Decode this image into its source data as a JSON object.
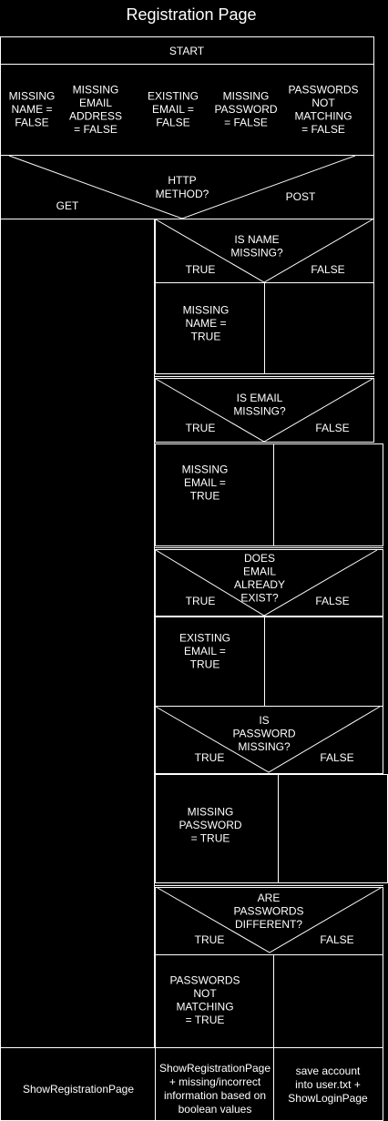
{
  "title": "Registration Page",
  "start": "START",
  "init_vars": [
    [
      "MISSING",
      "NAME =",
      "FALSE"
    ],
    [
      "MISSING",
      "EMAIL",
      "ADDRESS",
      "= FALSE"
    ],
    [
      "EXISTING",
      "EMAIL =",
      "FALSE"
    ],
    [
      "MISSING",
      "PASSWORD",
      "= FALSE"
    ],
    [
      "PASSWORDS",
      "NOT",
      "MATCHING",
      "= FALSE"
    ]
  ],
  "http_method": {
    "question": [
      "HTTP",
      "METHOD?"
    ],
    "left": "GET",
    "right": "POST"
  },
  "checks": [
    {
      "question": [
        "IS NAME",
        "MISSING?"
      ],
      "true": "TRUE",
      "false": "FALSE",
      "action": [
        "MISSING",
        "NAME =",
        "TRUE"
      ]
    },
    {
      "question": [
        "IS EMAIL",
        "MISSING?"
      ],
      "true": "TRUE",
      "false": "FALSE",
      "action": [
        "MISSING",
        "EMAIL =",
        "TRUE"
      ]
    },
    {
      "question": [
        "DOES",
        "EMAIL",
        "ALREADY",
        "EXIST?"
      ],
      "true": "TRUE",
      "false": "FALSE",
      "action": [
        "EXISTING",
        "EMAIL =",
        "TRUE"
      ]
    },
    {
      "question": [
        "IS",
        "PASSWORD",
        "MISSING?"
      ],
      "true": "TRUE",
      "false": "FALSE",
      "action": [
        "MISSING",
        "PASSWORD",
        "= TRUE"
      ]
    },
    {
      "question": [
        "ARE",
        "PASSWORDS",
        "DIFFERENT?"
      ],
      "true": "TRUE",
      "false": "FALSE",
      "action": [
        "PASSWORDS",
        "NOT",
        "MATCHING",
        "= TRUE"
      ]
    }
  ],
  "outputs": {
    "get": [
      "ShowRegistrationPage"
    ],
    "post_true": [
      "ShowRegistrationPage",
      "+ missing/incorrect",
      "information based on",
      "boolean values"
    ],
    "post_false": [
      "save account",
      "into user.txt +",
      "ShowLoginPage"
    ]
  }
}
